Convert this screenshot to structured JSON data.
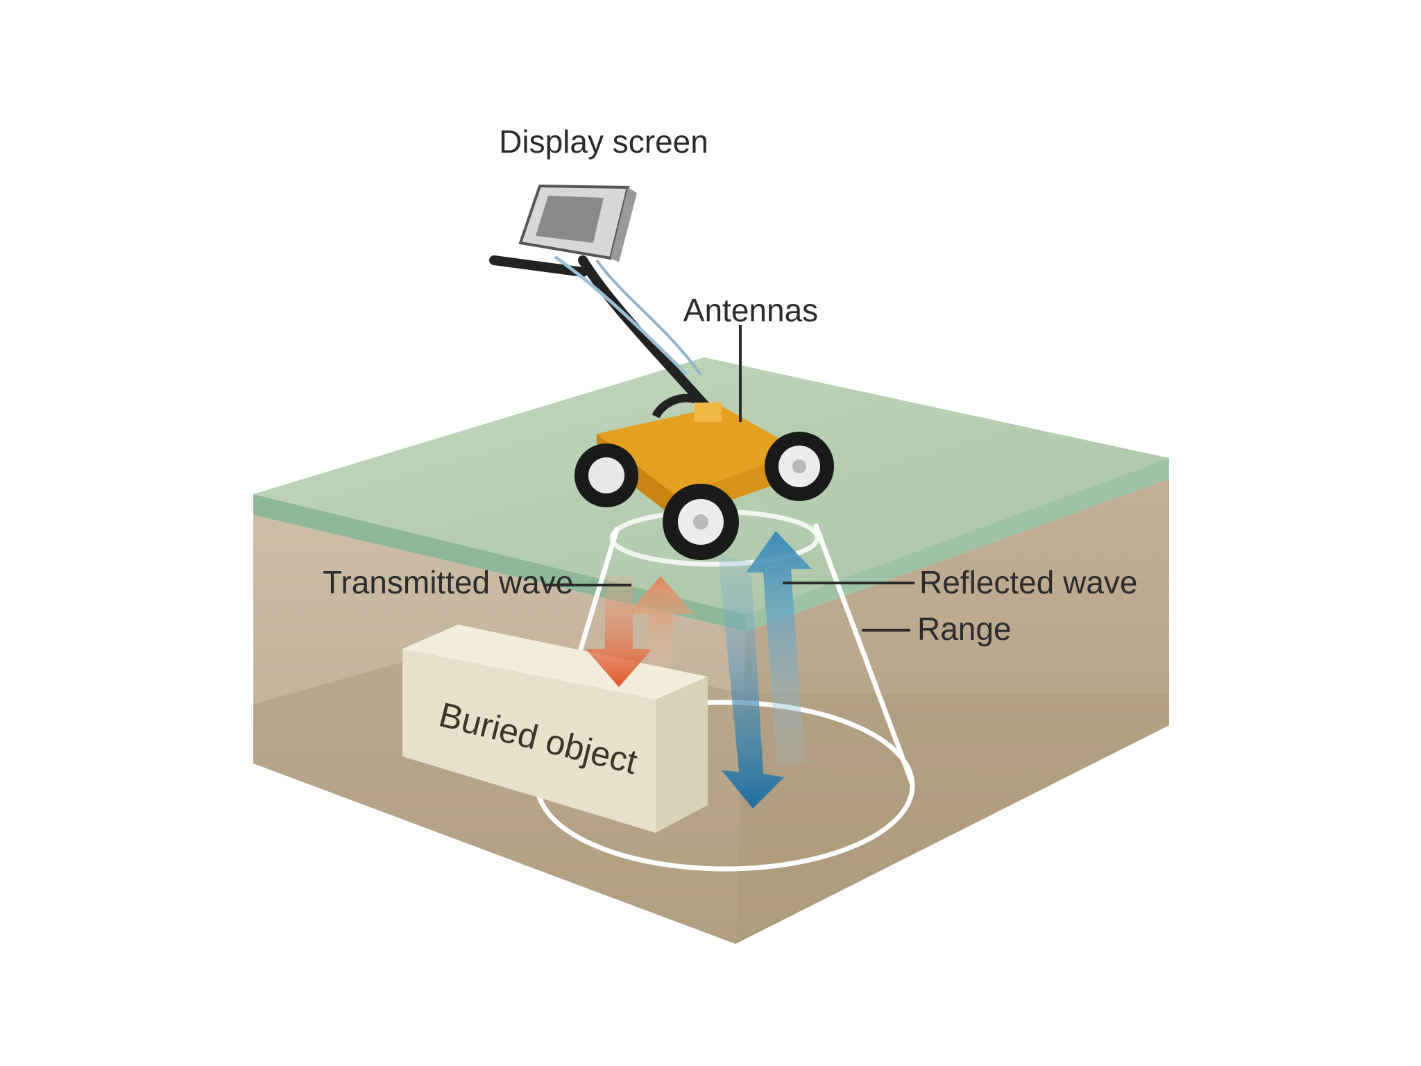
{
  "labels": {
    "display_screen": "Display screen",
    "antennas": "Antennas",
    "transmitted_wave": "Transmitted wave",
    "reflected_wave": "Reflected wave",
    "range": "Range",
    "buried_object": "Buried object"
  },
  "colors": {
    "grass_top": "#b7cdb1",
    "grass_edge": "#8fb89a",
    "soil_front": "#cbbba4",
    "soil_side": "#bcab93",
    "soil_deep": "#a99678",
    "cart_body": "#e6a021",
    "transmitted_arrow": "#e0582a",
    "reflected_arrow": "#1f6fa0",
    "object": "#e9e3cf"
  },
  "icons": {
    "device": "ground-penetrating-radar-cart-icon",
    "screen": "display-screen-icon"
  }
}
